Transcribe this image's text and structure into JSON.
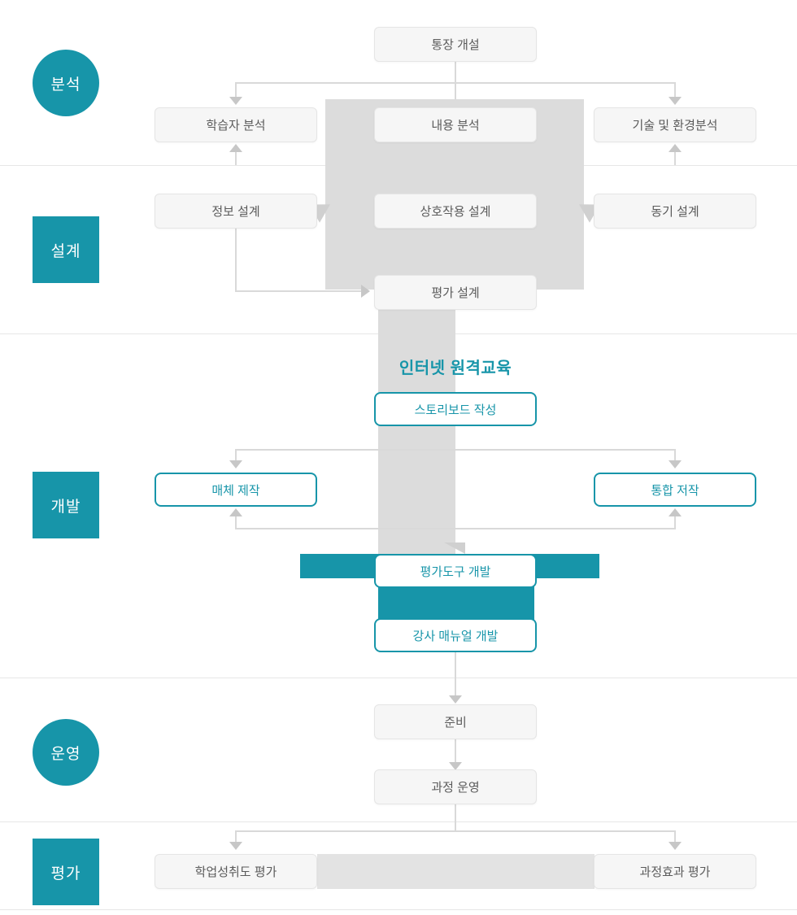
{
  "stages": [
    {
      "label": "분석",
      "shape": "circle"
    },
    {
      "label": "설계",
      "shape": "square"
    },
    {
      "label": "개발",
      "shape": "square"
    },
    {
      "label": "운영",
      "shape": "circle"
    },
    {
      "label": "평가",
      "shape": "square"
    }
  ],
  "flow": {
    "course_open": "통장 개설",
    "learner_analysis": "학습자 분석",
    "content_analysis": "내용 분석",
    "tech_env_analysis": "기술 및 환경분석",
    "info_design": "정보 설계",
    "interaction_design": "상호작용 설계",
    "motivation_design": "동기 설계",
    "evaluation_design": "평가 설계",
    "internet_remote_edu": "인터넷 원격교육",
    "storyboard_write": "스토리보드 작성",
    "media_production": "매체 제작",
    "integrated_authoring": "통합 저작",
    "eval_tool_dev": "평가도구 개발",
    "instructor_manual_dev": "강사 매뉴얼 개발",
    "preparation": "준비",
    "course_operation": "과정 운영",
    "achievement_eval": "학업성취도 평가",
    "course_effect_eval": "과정효과 평가"
  },
  "colors": {
    "teal": "#1795a9",
    "box_bg": "#f6f6f6",
    "box_border": "#e5e5e5",
    "box_text": "#5b5b5b",
    "backdrop_gray": "#dcdcdc",
    "line_gray": "#d9d9d9",
    "eval_band_gray": "#e3e3e3"
  }
}
